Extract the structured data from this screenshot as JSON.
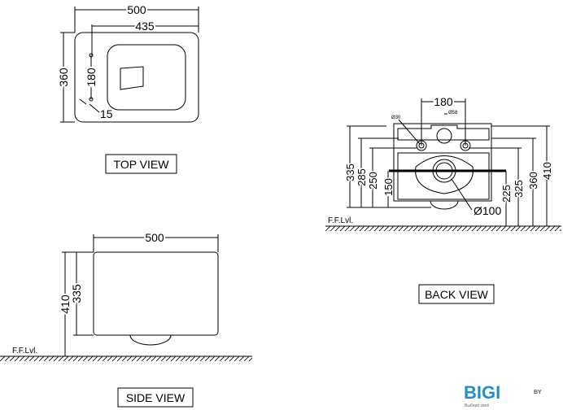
{
  "top_view": {
    "label": "TOP VIEW",
    "dims": {
      "width": "500",
      "inner_width": "435",
      "depth": "360",
      "holes": "180",
      "offset": "15"
    }
  },
  "side_view": {
    "label": "SIDE VIEW",
    "dims": {
      "width": "500",
      "height": "410",
      "body_height": "335"
    },
    "floor": "F.F.Lvl."
  },
  "back_view": {
    "label": "BACK VIEW",
    "dims": {
      "holes": "180",
      "hole_dia": "Ø30",
      "inlet_dia": "Ø58",
      "outlet_dia": "Ø100",
      "left": [
        "335",
        "285",
        "250",
        "150"
      ],
      "right": [
        "225",
        "325",
        "360",
        "410"
      ]
    },
    "floor": "F.F.Lvl."
  },
  "logo": {
    "text": "BIGI",
    "suffix": "BY",
    "tagline": "Выбери своё",
    "color": "#1e8fd0"
  }
}
